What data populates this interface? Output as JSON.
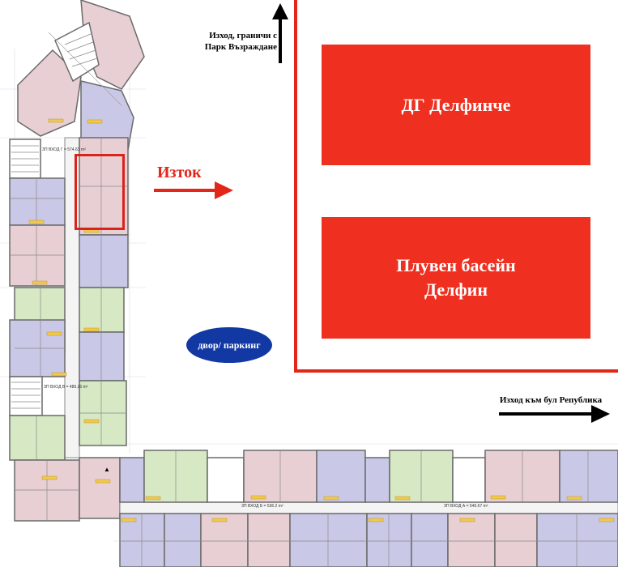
{
  "labels": {
    "exit_north_line1": "Изход, граничи с",
    "exit_north_line2": "Парк Възраждане",
    "exit_east": "Изход към бул Република",
    "east": "Изток",
    "kindergarten": "ДГ Делфинче",
    "pool_line1": "Плувен басейн",
    "pool_line2": "Делфин",
    "yard": "двор/ паркинг"
  },
  "plan_labels": {
    "entrance_g": "ЗП ВХОД Г = 574.63 m²",
    "entrance_v": "ЗП ВХОД В = 489.26 m²",
    "entrance_b": "ЗП ВХОД Б = 536.2 m²",
    "entrance_a": "ЗП ВХОД А = 549.67 m²"
  },
  "colors": {
    "accent_red": "#e3261a",
    "block_red": "#ef2f1f",
    "yard_blue": "#1238a4",
    "unit_pink": "#e8cfd4",
    "unit_lavender": "#c9c8e6",
    "unit_green": "#d6e8c4",
    "wall": "#6a6a6a"
  }
}
